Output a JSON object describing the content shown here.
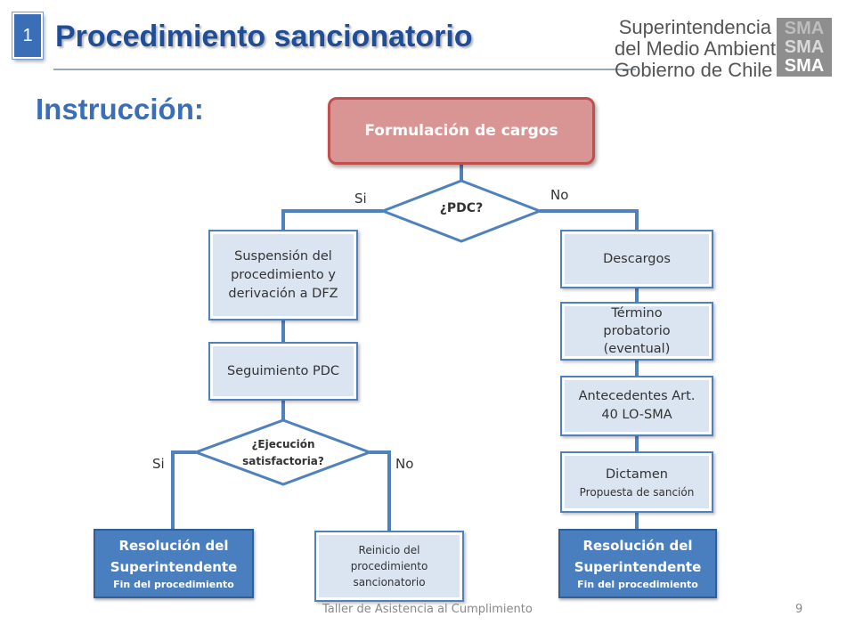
{
  "header": {
    "badge": "1",
    "title": "Procedimiento sancionatorio",
    "logo": {
      "line1": "Superintendencia",
      "line2": "del Medio Ambiente",
      "line3": "Gobierno de Chile",
      "mark": [
        "SMA",
        "SMA",
        "SMA"
      ]
    }
  },
  "section_title": "Instrucción:",
  "flow": {
    "formulacion": "Formulación de cargos",
    "pdc_question": "¿PDC?",
    "pdc_yes": "Si",
    "pdc_no": "No",
    "suspension": [
      "Suspensión del",
      "procedimiento y",
      "derivación a DFZ"
    ],
    "seguimiento": "Seguimiento PDC",
    "ejecucion_question": [
      "¿Ejecución",
      "satisfactoria?"
    ],
    "ejecucion_yes": "Si",
    "ejecucion_no": "No",
    "resolucion_left": {
      "title": [
        "Resolución del",
        "Superintendente"
      ],
      "sub": "Fin del procedimiento"
    },
    "reinicio": [
      "Reinicio del",
      "procedimiento",
      "sancionatorio"
    ],
    "descargos": "Descargos",
    "termino": [
      "Término",
      "probatorio",
      "(eventual)"
    ],
    "antecedentes": [
      "Antecedentes Art.",
      "40 LO-SMA"
    ],
    "dictamen": {
      "title": "Dictamen",
      "sub": "Propuesta de sanción"
    },
    "resolucion_right": {
      "title": [
        "Resolución del",
        "Superintendente"
      ],
      "sub": "Fin del procedimiento"
    }
  },
  "colors": {
    "accent": "#3a6fb7",
    "box_fill": "#dbe4f1",
    "box_border": "#4f81bd",
    "dark_fill": "#4a7fbf",
    "start_fill": "#d99594",
    "start_border": "#c0504d"
  },
  "footer": {
    "text": "Taller de Asistencia al Cumplimiento",
    "page": "9"
  }
}
